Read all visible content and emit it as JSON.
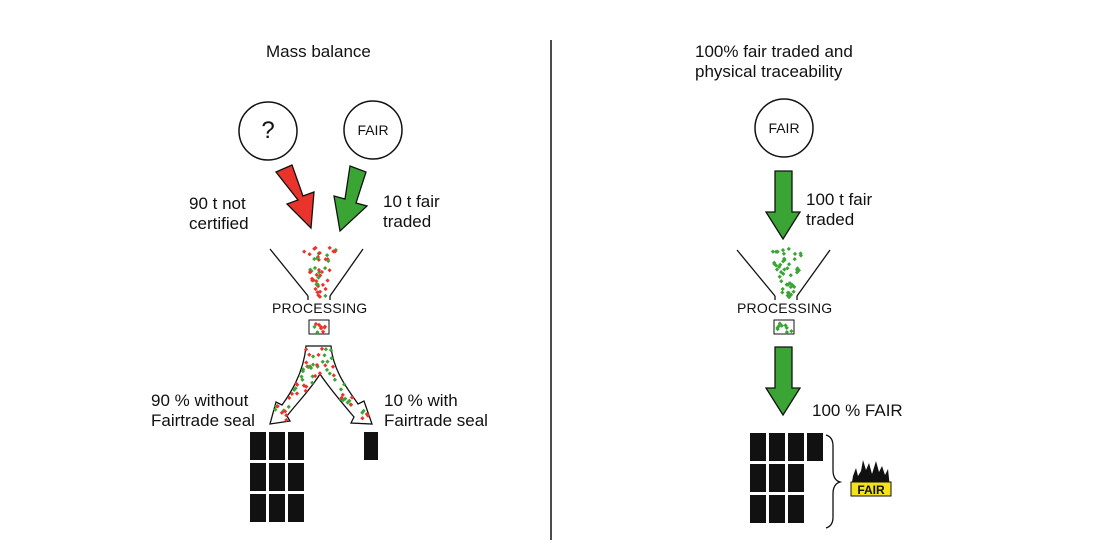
{
  "left_panel": {
    "title": "Mass balance",
    "source_unknown_symbol": "?",
    "source_fair_label": "FAIR",
    "input_not_certified": [
      "90 t not",
      "certified"
    ],
    "input_fair": [
      "10 t fair",
      "traded"
    ],
    "processing_label": "PROCESSING",
    "output_without_seal": [
      "90 % without",
      "Fairtrade seal"
    ],
    "output_with_seal": [
      "10 % with",
      "Fairtrade seal"
    ],
    "blocks_without_seal": 9,
    "blocks_with_seal": 1
  },
  "right_panel": {
    "title": [
      "100% fair traded and",
      "physical traceability"
    ],
    "source_fair_label": "FAIR",
    "input_fair": [
      "100 t fair",
      "traded"
    ],
    "processing_label": "PROCESSING",
    "output_label": "100 % FAIR",
    "blocks_fair": 10,
    "seal_text": "FAIR"
  },
  "colors": {
    "not_certified": "#e8342a",
    "fair_traded": "#3aa535",
    "seal_yellow": "#f4e21a",
    "ink": "#111111"
  }
}
